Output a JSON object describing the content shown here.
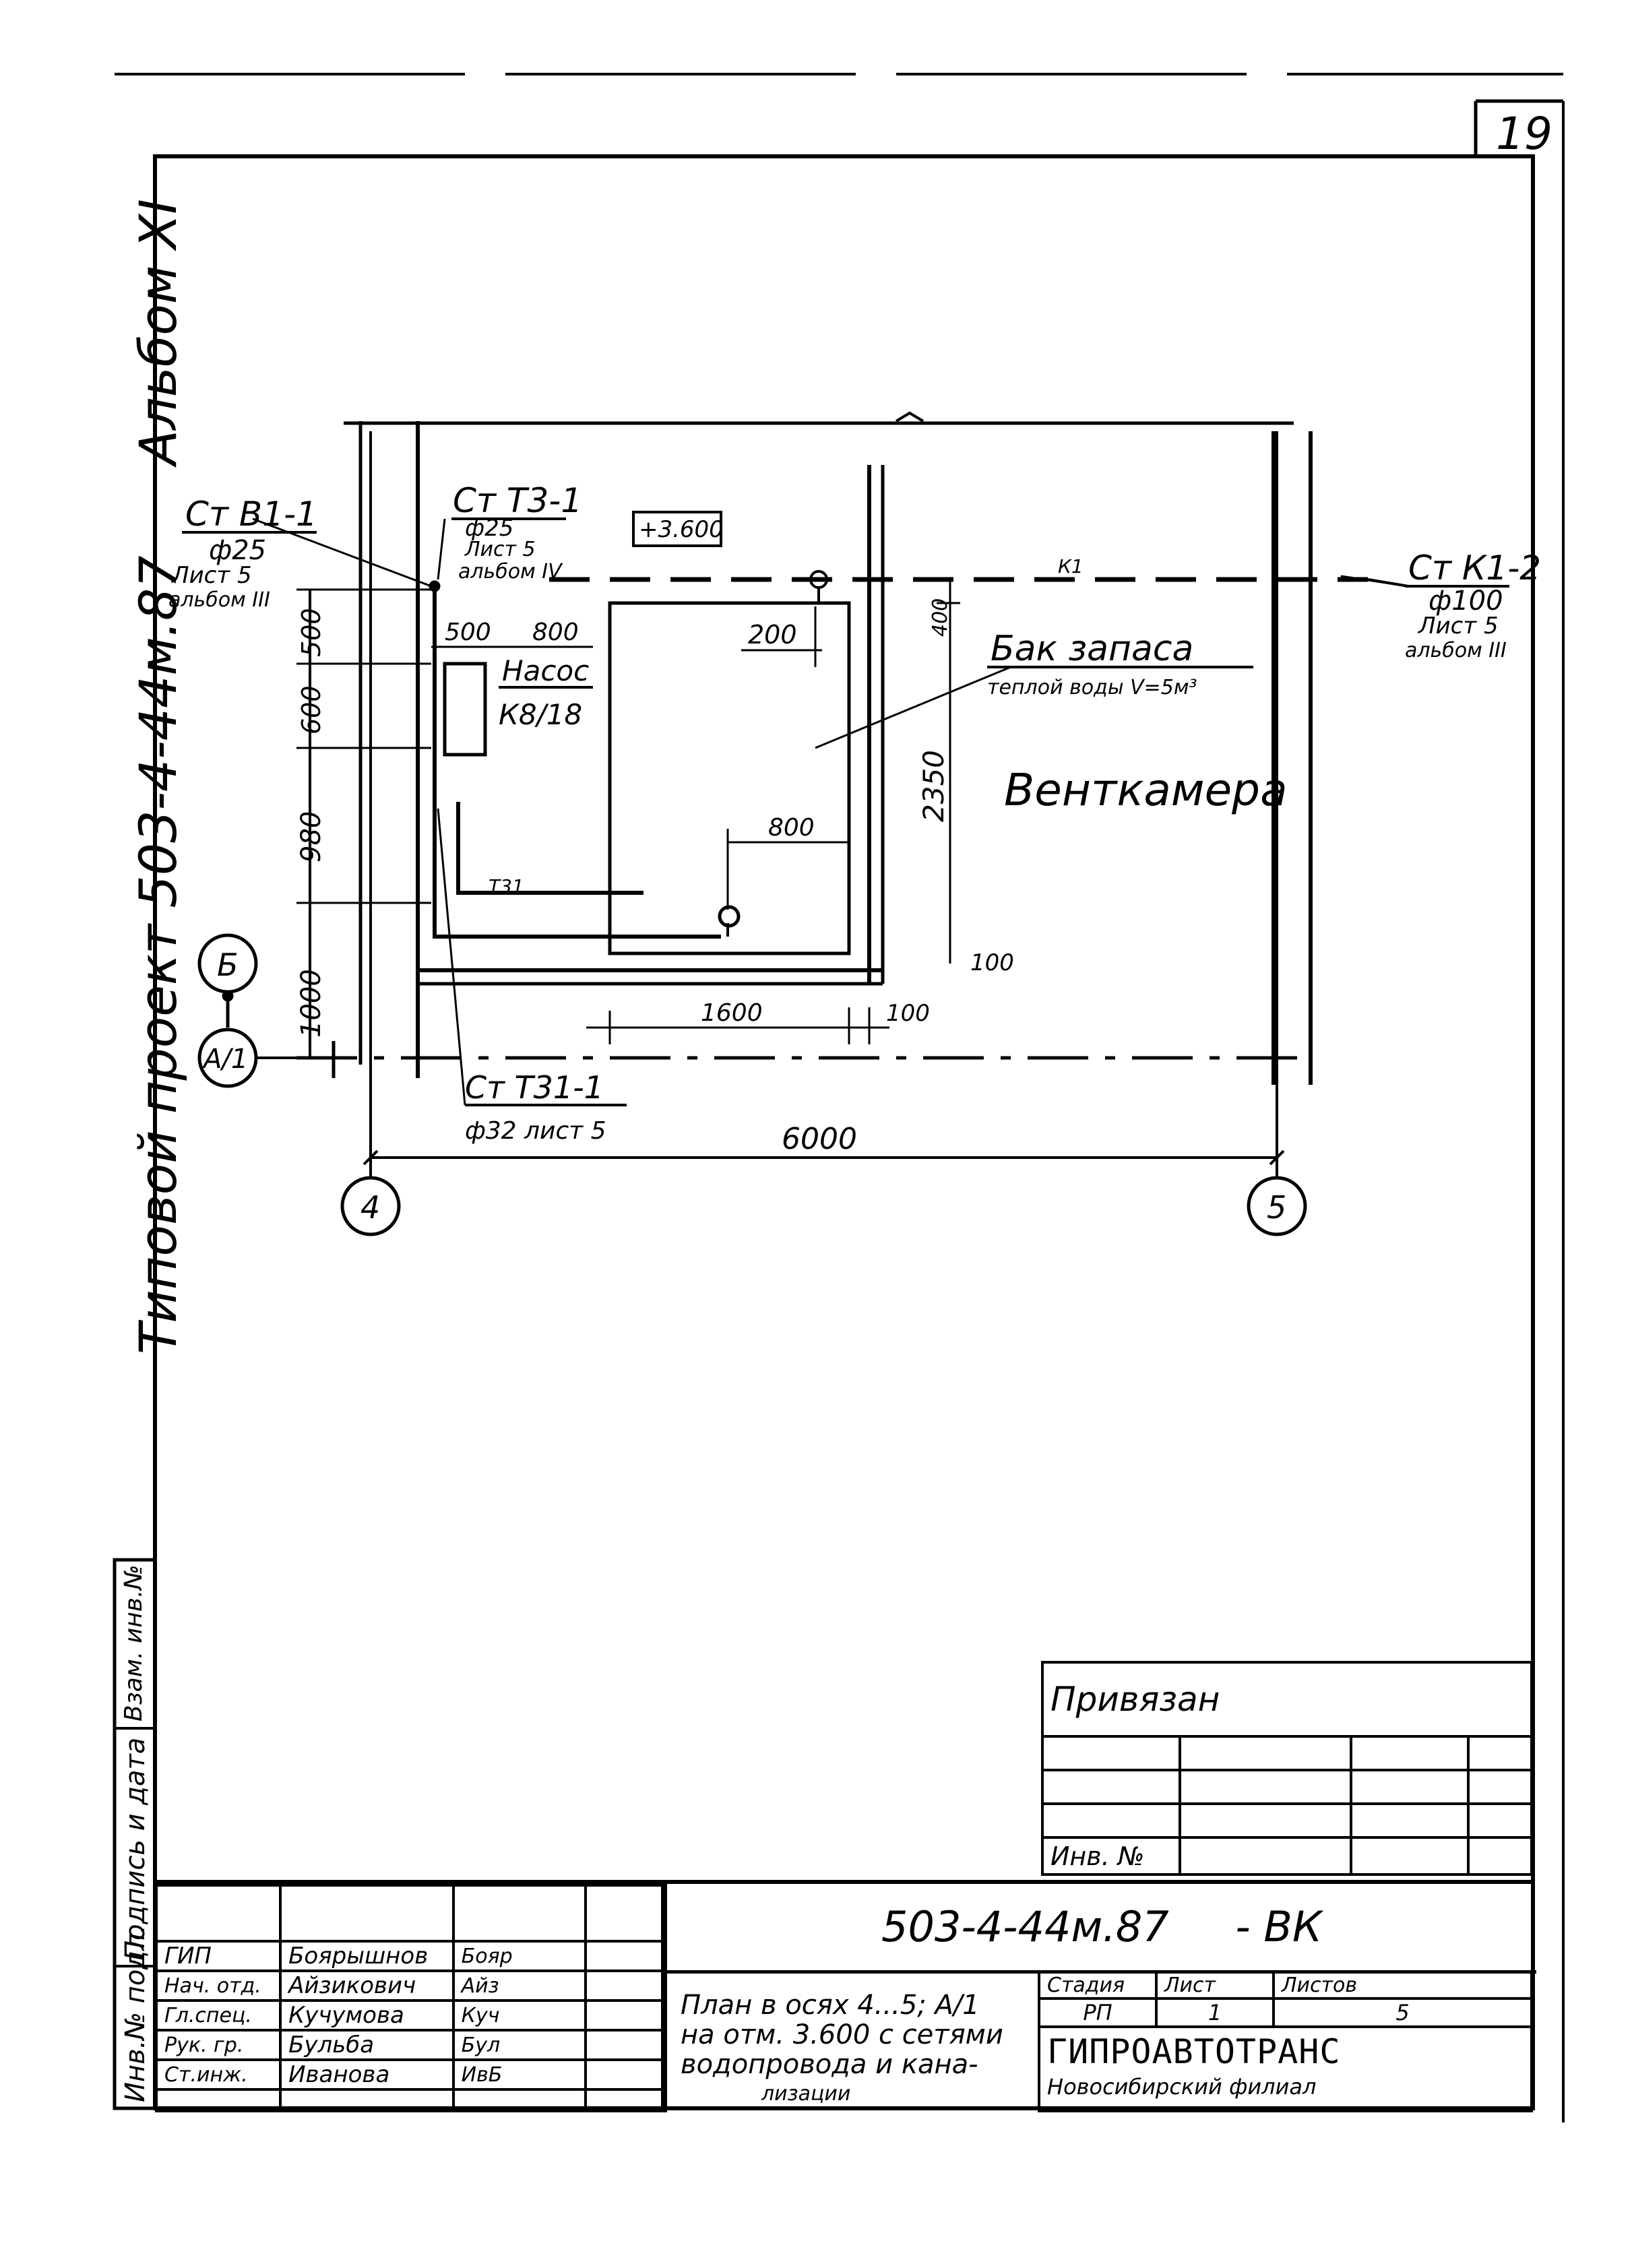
{
  "sheet_number": "19",
  "album_label": "Альбом XI",
  "project_label": "Типовой проект 503-4-44м.87",
  "side_stamp": {
    "cells": [
      "Инв.№ подл.",
      "Подпись и дата",
      "Взам. инв.№"
    ]
  },
  "drawing": {
    "risers": {
      "v1": {
        "name": "Ст В1-1",
        "dia": "ф25",
        "line1": "Лист 5",
        "line2": "альбом III"
      },
      "t3": {
        "name": "Ст Т3-1",
        "dia": "ф25",
        "line1": "Лист 5",
        "line2": "альбом IV"
      },
      "k1": {
        "name": "Ст К1-2",
        "dia": "ф100",
        "line1": "Лист 5",
        "line2": "альбом III"
      },
      "t31": {
        "name": "Ст Т31-1",
        "dia": "ф32  лист 5"
      }
    },
    "level_mark": "+3.600",
    "pump_label": "Насос",
    "pump_model": "К8/18",
    "tank_label": "Бак запаса",
    "tank_sub": "теплой воды V=5м³",
    "room_label": "Венткамера",
    "pipe_k1": "К1",
    "pipe_t31": "Т31",
    "dims": {
      "d500_left": "500",
      "d600_left": "600",
      "d980": "980",
      "d1000": "1000",
      "d500_top": "500",
      "d800_top": "800",
      "d200": "200",
      "d400": "400",
      "d2350": "2350",
      "d800_mid": "800",
      "d100_right": "100",
      "d1600": "1600",
      "d100_bottom": "100",
      "d6000": "6000"
    },
    "axes": {
      "a4": "4",
      "a5": "5",
      "b": "Б",
      "a1": "А/1"
    }
  },
  "binding_block": {
    "title": "Привязан",
    "inv": "Инв. №"
  },
  "title_block": {
    "code": "503-4-44м.87     - ВК",
    "roles": [
      {
        "role": "ГИП",
        "name": "Боярышнов",
        "sign": "Бояр"
      },
      {
        "role": "Нач. отд.",
        "name": "Айзикович",
        "sign": "Айз"
      },
      {
        "role": "Гл.спец.",
        "name": "Кучумова",
        "sign": "Куч"
      },
      {
        "role": "Рук. гр.",
        "name": "Бульба",
        "sign": "Бул"
      },
      {
        "role": "Ст.инж.",
        "name": "Иванова",
        "sign": "ИвБ"
      }
    ],
    "description": [
      "План в осях 4...5; А/1",
      "на отм. 3.600 с сетями",
      "водопровода и кана-",
      "лизации"
    ],
    "stage_hdr": "Стадия",
    "sheet_hdr": "Лист",
    "sheets_hdr": "Листов",
    "stage": "РП",
    "sheet": "1",
    "sheets": "5",
    "org": "ГИПРОАВТОТРАНС",
    "branch": "Новосибирский филиал"
  }
}
